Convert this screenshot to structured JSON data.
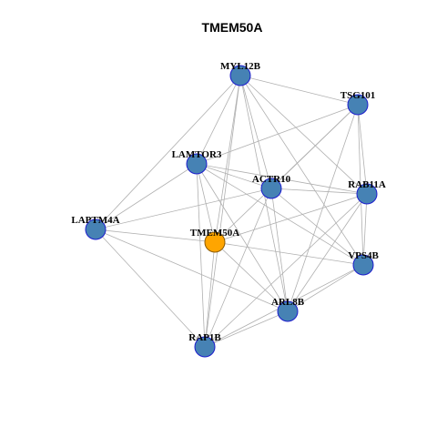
{
  "title": "TMEM50A",
  "colors": {
    "node_fill": "#4682B4",
    "node_stroke": "#1C1CCD",
    "center_fill": "#FFA500",
    "center_stroke": "#8B5A00",
    "edge": "#B0B0B0"
  },
  "nodes": [
    {
      "id": "MYL12B",
      "label": "MYL12B"
    },
    {
      "id": "TSG101",
      "label": "TSG101"
    },
    {
      "id": "LAMTOR3",
      "label": "LAMTOR3"
    },
    {
      "id": "ACTR10",
      "label": "ACTR10"
    },
    {
      "id": "RAB11A",
      "label": "RAB11A"
    },
    {
      "id": "LAPTM4A",
      "label": "LAPTM4A"
    },
    {
      "id": "TMEM50A",
      "label": "TMEM50A",
      "center": true
    },
    {
      "id": "VPS4B",
      "label": "VPS4B"
    },
    {
      "id": "ARL8B",
      "label": "ARL8B"
    },
    {
      "id": "RAP1B",
      "label": "RAP1B"
    }
  ],
  "edges": [
    [
      "MYL12B",
      "TSG101"
    ],
    [
      "MYL12B",
      "LAMTOR3"
    ],
    [
      "MYL12B",
      "ACTR10"
    ],
    [
      "MYL12B",
      "RAB11A"
    ],
    [
      "MYL12B",
      "VPS4B"
    ],
    [
      "MYL12B",
      "LAPTM4A"
    ],
    [
      "MYL12B",
      "TMEM50A"
    ],
    [
      "MYL12B",
      "ARL8B"
    ],
    [
      "MYL12B",
      "RAP1B"
    ],
    [
      "TSG101",
      "LAMTOR3"
    ],
    [
      "TSG101",
      "ACTR10"
    ],
    [
      "TSG101",
      "RAB11A"
    ],
    [
      "TSG101",
      "VPS4B"
    ],
    [
      "TSG101",
      "TMEM50A"
    ],
    [
      "TSG101",
      "ARL8B"
    ],
    [
      "LAMTOR3",
      "ACTR10"
    ],
    [
      "LAMTOR3",
      "RAB11A"
    ],
    [
      "LAMTOR3",
      "VPS4B"
    ],
    [
      "LAMTOR3",
      "LAPTM4A"
    ],
    [
      "LAMTOR3",
      "TMEM50A"
    ],
    [
      "LAMTOR3",
      "ARL8B"
    ],
    [
      "LAMTOR3",
      "RAP1B"
    ],
    [
      "ACTR10",
      "RAB11A"
    ],
    [
      "ACTR10",
      "VPS4B"
    ],
    [
      "ACTR10",
      "LAPTM4A"
    ],
    [
      "ACTR10",
      "ARL8B"
    ],
    [
      "ACTR10",
      "RAP1B"
    ],
    [
      "RAB11A",
      "VPS4B"
    ],
    [
      "RAB11A",
      "TMEM50A"
    ],
    [
      "RAB11A",
      "ARL8B"
    ],
    [
      "RAB11A",
      "RAP1B"
    ],
    [
      "LAPTM4A",
      "TMEM50A"
    ],
    [
      "LAPTM4A",
      "ARL8B"
    ],
    [
      "LAPTM4A",
      "RAP1B"
    ],
    [
      "TMEM50A",
      "VPS4B"
    ],
    [
      "TMEM50A",
      "ARL8B"
    ],
    [
      "TMEM50A",
      "RAP1B"
    ],
    [
      "VPS4B",
      "ARL8B"
    ],
    [
      "VPS4B",
      "RAP1B"
    ],
    [
      "ARL8B",
      "RAP1B"
    ]
  ]
}
